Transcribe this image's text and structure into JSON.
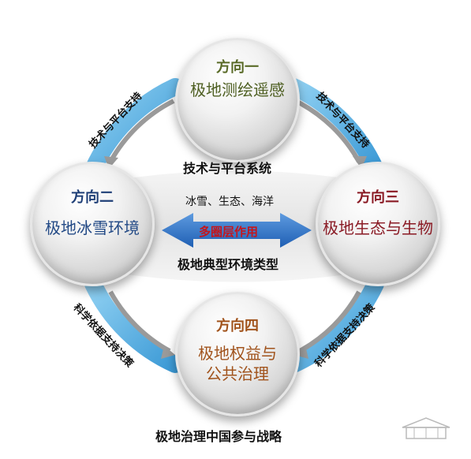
{
  "directions": [
    {
      "id": "d1",
      "label": "方向一",
      "topic_lines": [
        "极地测绘遥感"
      ],
      "label_color": "#5a6b28",
      "topic_color": "#4e5f22"
    },
    {
      "id": "d2",
      "label": "方向二",
      "topic_lines": [
        "极地冰雪环境"
      ],
      "label_color": "#1f3f77",
      "topic_color": "#234a86"
    },
    {
      "id": "d3",
      "label": "方向三",
      "topic_lines": [
        "极地生态与生物"
      ],
      "label_color": "#8a1a24",
      "topic_color": "#8a1a24"
    },
    {
      "id": "d4",
      "label": "方向四",
      "topic_lines": [
        "极地权益与",
        "公共治理"
      ],
      "label_color": "#a1531c",
      "topic_color": "#a1531c"
    }
  ],
  "center": {
    "top_label": "技术与平台系统",
    "sub_label": "冰雪、生态、海洋",
    "arrow_label": "多圈层作用",
    "bottom_label": "极地典型环境类型",
    "arrow_color": "#2e6fc2",
    "arrow_text_color": "#c4161c"
  },
  "arrows": {
    "top_left": "技术与平台支持",
    "top_right": "技术与平台支持",
    "bottom_left": "科学依据支持决策",
    "bottom_right": "科学依据支持决策"
  },
  "footer": "极地治理中国参与战略",
  "ring_color": "#5fb6e6"
}
